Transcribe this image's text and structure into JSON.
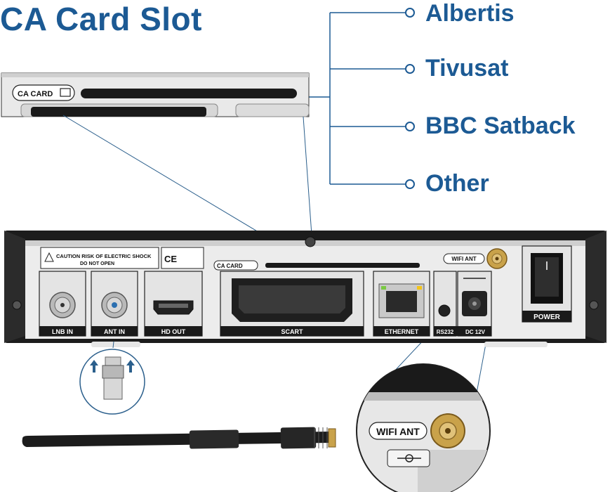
{
  "title": "CA Card Slot",
  "options": [
    "Albertis",
    "Tivusat",
    "BBC Satback",
    "Other"
  ],
  "zoom_slot_label": "CA CARD",
  "panel": {
    "caution_line1": "CAUTION RISK OF ELECTRIC SHOCK",
    "caution_line2": "DO NOT OPEN",
    "ce_mark": "CE",
    "slot_label": "CA CARD",
    "wifi_label": "WIFI ANT",
    "ports": {
      "lnb_in": "LNB IN",
      "ant_in": "ANT IN",
      "hd_out": "HD OUT",
      "scart": "SCART",
      "ethernet": "ETHERNET",
      "rs232": "RS232",
      "dc": "DC 12V",
      "power": "POWER"
    }
  },
  "wifi_zoom_label": "WIFI ANT",
  "colors": {
    "accent": "#1c5a94",
    "chassis": "#1a1a1a",
    "panel": "#ececec"
  }
}
